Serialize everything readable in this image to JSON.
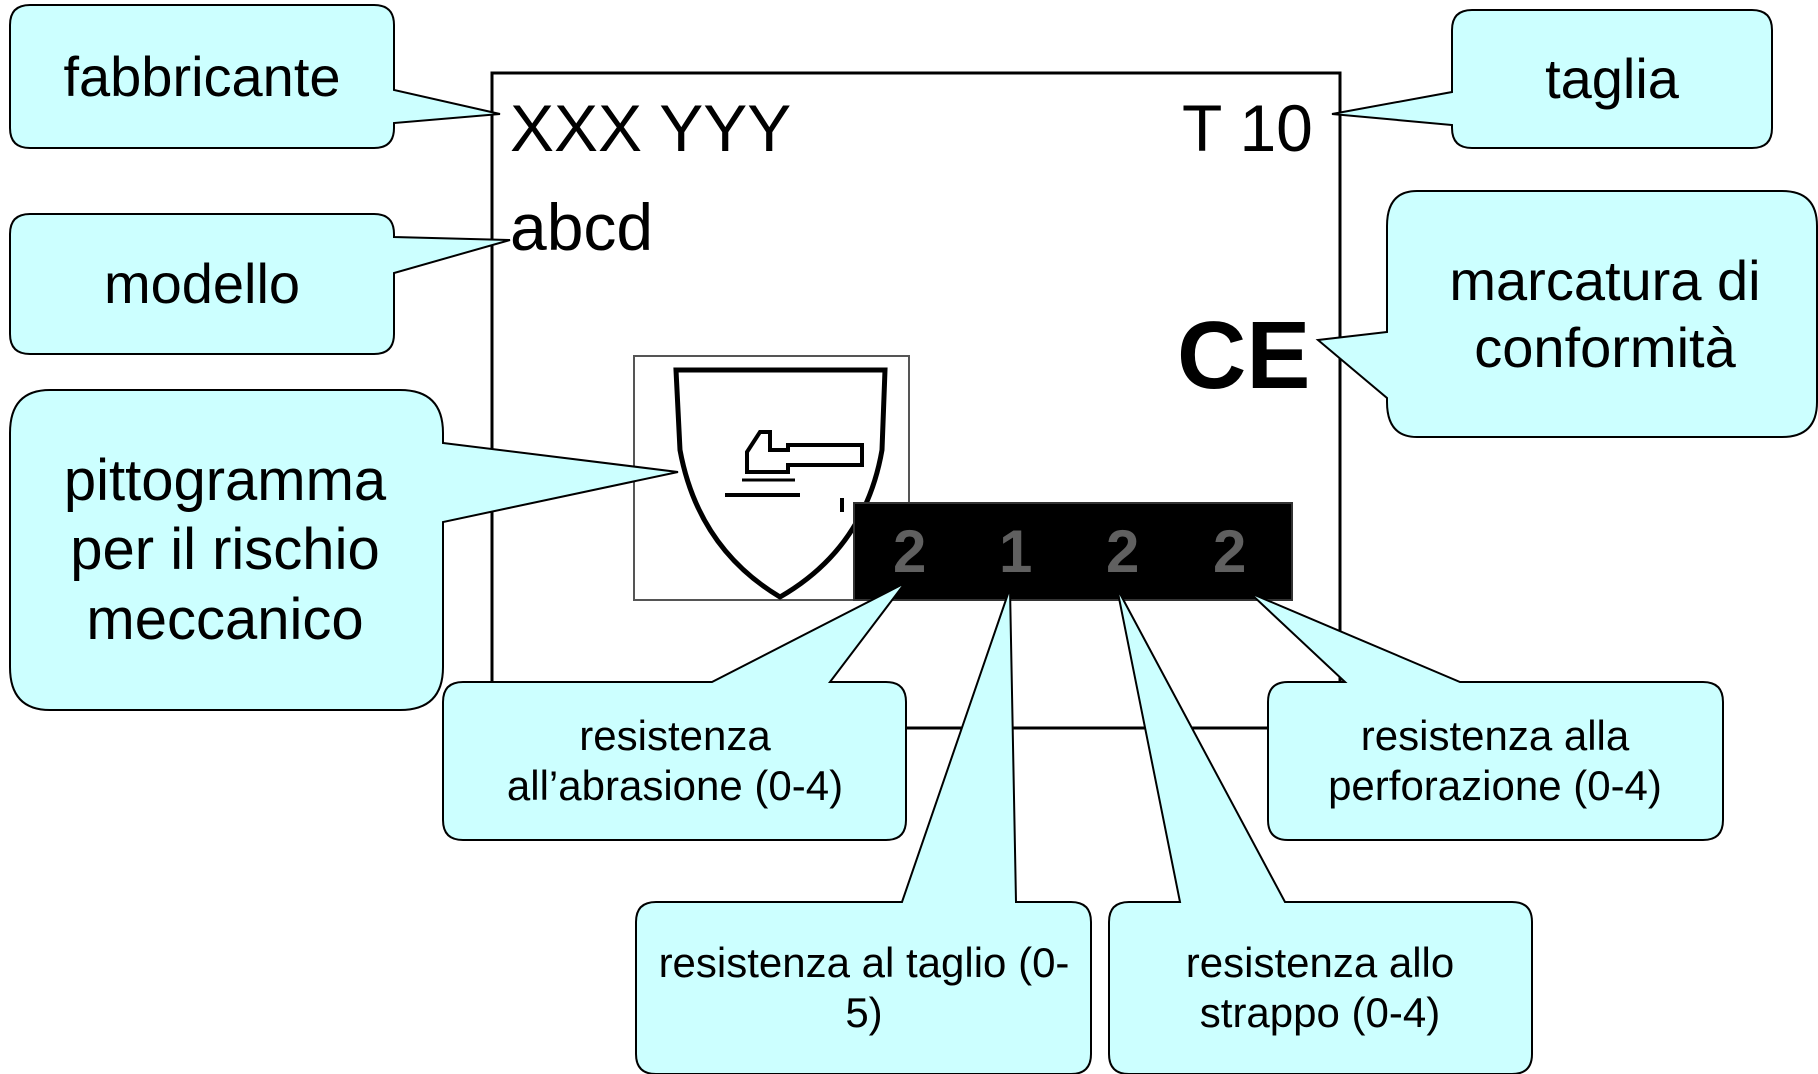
{
  "label": {
    "manufacturer": "XXX YYY",
    "size": "T 10",
    "model": "abcd",
    "ce_mark": "CE",
    "performance_levels": [
      "2",
      "1",
      "2",
      "2"
    ],
    "pictogram_icon": "mechanical-risk-shield-hammer-icon"
  },
  "callouts": {
    "fabbricante": "fabbricante",
    "taglia": "taglia",
    "modello": "modello",
    "marcatura": "marcatura di conformità",
    "pittogramma": "pittogramma per il rischio meccanico",
    "abrasione": "resistenza all’abrasione (0-4)",
    "taglio": "resistenza al taglio (0-5)",
    "strappo": "resistenza allo strappo (0-4)",
    "perforazione": "resistenza alla perforazione (0-4)"
  },
  "colors": {
    "callout_fill": "#ccffff",
    "stroke": "#000000",
    "digit_bar": "#000000",
    "digit_text": "#606060"
  }
}
